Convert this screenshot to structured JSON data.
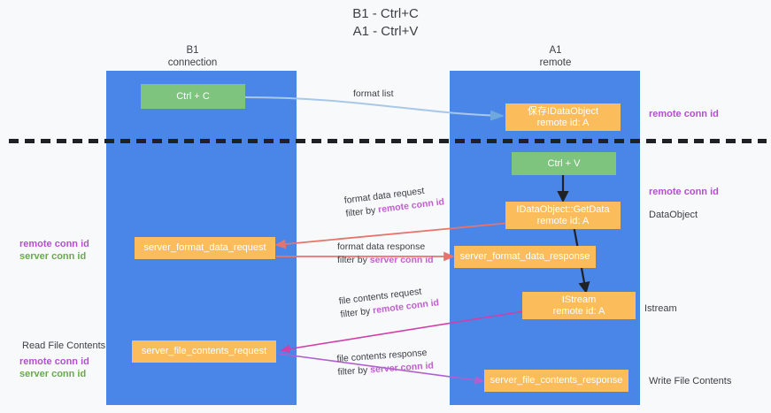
{
  "title": {
    "line1": "B1 - Ctrl+C",
    "line2": "A1 - Ctrl+V"
  },
  "colors": {
    "lane": "#4a86e8",
    "node_green": "#7ec37e",
    "node_orange": "#fbbc5c",
    "accent_purple": "#b44fd0",
    "accent_green": "#6aa84f",
    "arrow_blue": "#a8c8ea",
    "arrow_red": "#e8736a",
    "arrow_magenta": "#d13fa8",
    "arrow_violet": "#b05fd0",
    "arrow_black": "#202124",
    "background": "#f8f9fa"
  },
  "columns": [
    {
      "name": "B1",
      "role": "connection"
    },
    {
      "name": "A1",
      "role": "remote"
    }
  ],
  "nodes": [
    {
      "id": "ctrl-c",
      "line1": "Ctrl + C",
      "line2": "",
      "color": "green"
    },
    {
      "id": "idataobject",
      "line1": "保存IDataObject",
      "line2": "remote id: A",
      "color": "orange"
    },
    {
      "id": "ctrl-v",
      "line1": "Ctrl + V",
      "line2": "",
      "color": "green"
    },
    {
      "id": "idataobject-getdata",
      "line1": "IDataObject::GetData",
      "line2": "remote id: A",
      "color": "orange"
    },
    {
      "id": "server-format-data-request",
      "line1": "server_format_data_request",
      "line2": "",
      "color": "orange"
    },
    {
      "id": "server-format-data-response",
      "line1": "server_format_data_response",
      "line2": "",
      "color": "orange"
    },
    {
      "id": "istream",
      "line1": "IStream",
      "line2": "remote id: A",
      "color": "orange"
    },
    {
      "id": "server-file-contents-request",
      "line1": "server_file_contents_request",
      "line2": "",
      "color": "orange"
    },
    {
      "id": "server-file-contents-response",
      "line1": "server_file_contents_response",
      "line2": "",
      "color": "orange"
    }
  ],
  "edge_labels": [
    {
      "id": "format-list",
      "text": "format list",
      "filter_prefix": "",
      "filter_key": ""
    },
    {
      "id": "format-data-request",
      "text": "format data request",
      "filter_prefix": "filter by ",
      "filter_key": "remote conn id"
    },
    {
      "id": "format-data-response",
      "text": "format data response",
      "filter_prefix": "filter by ",
      "filter_key": "server conn id"
    },
    {
      "id": "file-contents-request",
      "text": "file contents request",
      "filter_prefix": "filter by ",
      "filter_key": "remote conn id"
    },
    {
      "id": "file-contents-response",
      "text": "file contents response",
      "filter_prefix": "filter by ",
      "filter_key": "server conn id"
    }
  ],
  "side_notes": {
    "right": [
      {
        "id": "right-remote-conn-id-1",
        "text": "remote conn id",
        "style": "purple"
      },
      {
        "id": "right-remote-conn-id-2",
        "text": "remote conn id",
        "style": "purple"
      },
      {
        "id": "right-dataobject",
        "text": "DataObject",
        "style": "plain"
      },
      {
        "id": "right-istream",
        "text": "Istream",
        "style": "plain"
      },
      {
        "id": "right-write-file",
        "text": "Write File Contents",
        "style": "plain"
      }
    ],
    "left": [
      {
        "id": "left-remote-conn-id-1",
        "text": "remote conn id",
        "style": "purple"
      },
      {
        "id": "left-server-conn-id-1",
        "text": "server conn id",
        "style": "green"
      },
      {
        "id": "left-read-file",
        "text": "Read File Contents",
        "style": "plain"
      },
      {
        "id": "left-remote-conn-id-2",
        "text": "remote conn id",
        "style": "purple"
      },
      {
        "id": "left-server-conn-id-2",
        "text": "server conn id",
        "style": "green"
      }
    ]
  }
}
